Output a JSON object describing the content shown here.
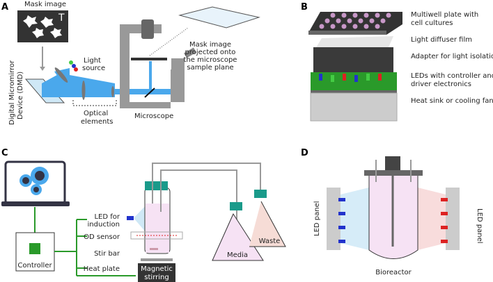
{
  "panels": {
    "a": {
      "letter": "A",
      "mask_image": "Mask image",
      "mask_letter": "T",
      "light_source_1": "Light",
      "light_source_2": "source",
      "dmd_1": "Digital Micromirror",
      "dmd_2": "Device (DMD)",
      "optical_1": "Optical",
      "optical_2": "elements",
      "microscope": "Microscope",
      "projected_1": "Mask image",
      "projected_2": "projected onto",
      "projected_3": "the microscope",
      "projected_4": "sample plane"
    },
    "b": {
      "letter": "B",
      "labels": [
        "Multiwell plate with",
        "cell cultures",
        "Light diffuser film",
        "Adapter for light isolation",
        "LEDs with controller and",
        "driver electronics",
        "Heat sink or cooling fan"
      ]
    },
    "c": {
      "letter": "C",
      "controller": "Controller",
      "led_1": "LED for",
      "led_2": "induction",
      "od_sensor": "OD sensor",
      "stir_bar": "Stir bar",
      "heat_plate": "Heat plate",
      "magnetic_1": "Magnetic",
      "magnetic_2": "stirring",
      "media": "Media",
      "waste": "Waste"
    },
    "d": {
      "letter": "D",
      "led_panel_left": "LED panel",
      "led_panel_right": "LED panel",
      "bioreactor": "Bioreactor"
    }
  },
  "colors": {
    "light_blue": "#4aa8ec",
    "teal": "#1a9a8a",
    "green": "#2a9a2a",
    "pink": "#f6e2f4",
    "dark": "#333333"
  }
}
